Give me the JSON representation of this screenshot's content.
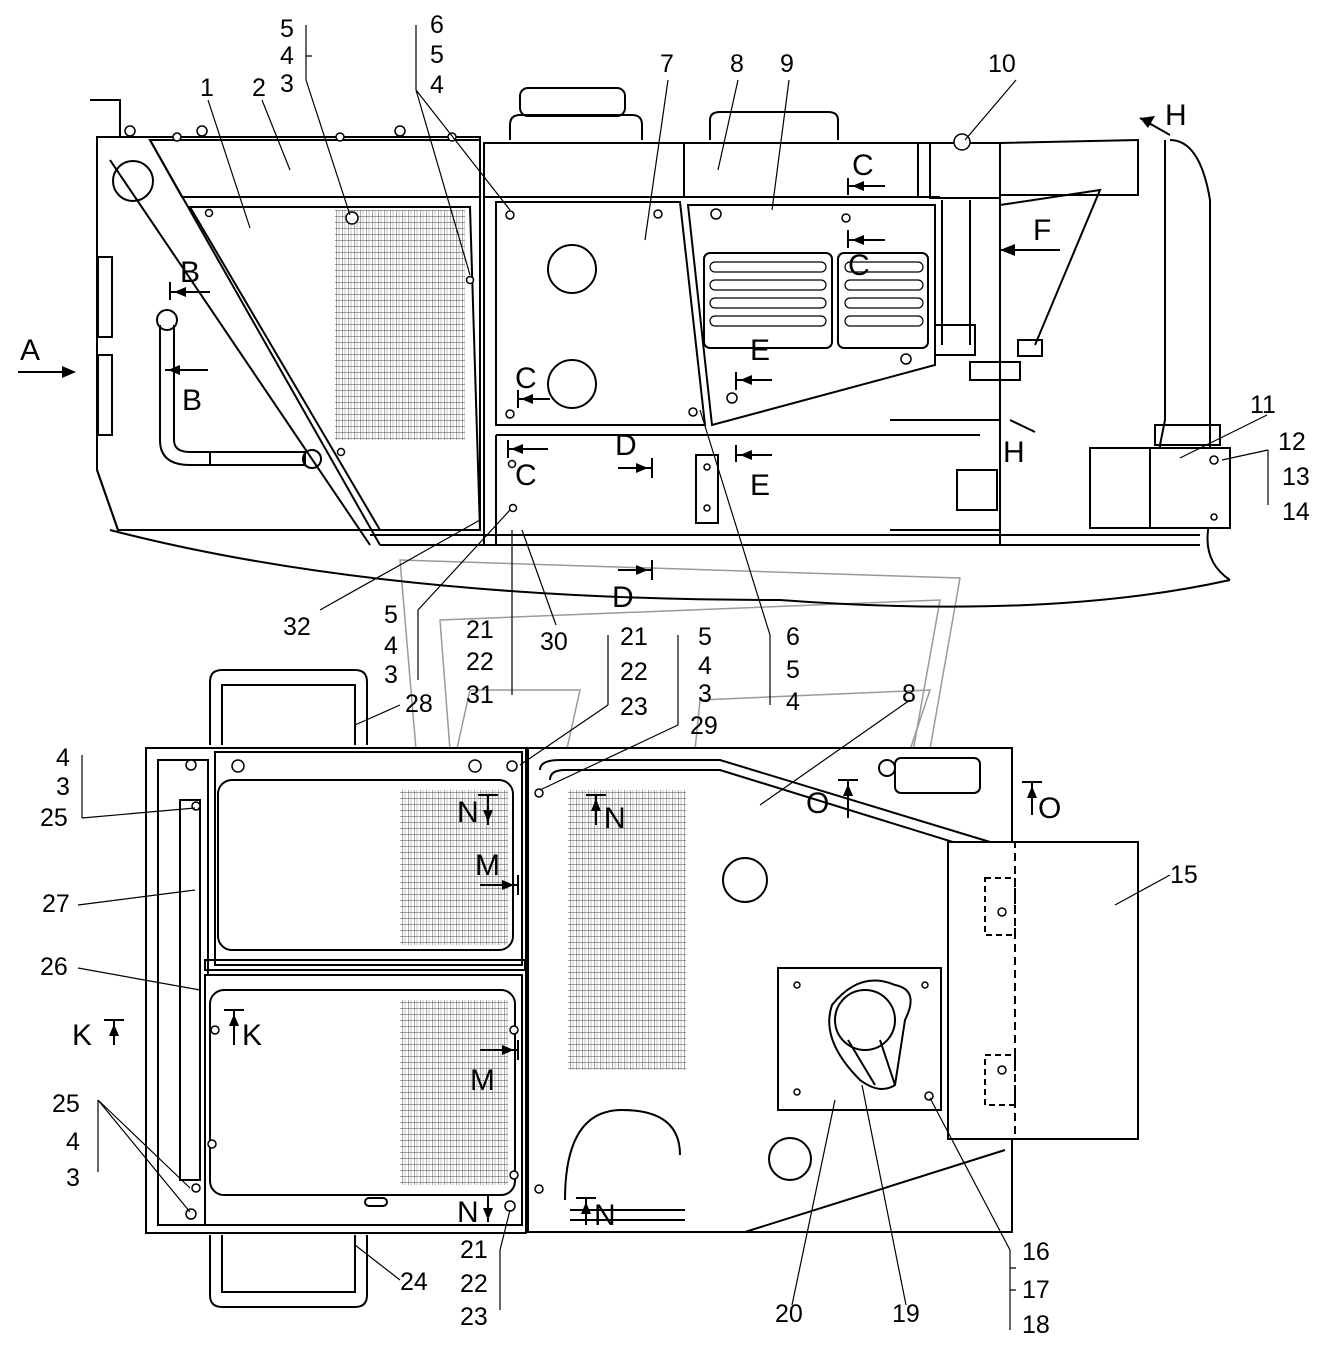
{
  "drawing": {
    "top_view_labels": {
      "l1": "1",
      "l2": "2",
      "l3a": "5",
      "l3b": "4",
      "l3c": "3",
      "l4a": "6",
      "l4b": "5",
      "l4c": "4",
      "l7": "7",
      "l8": "8",
      "l9": "9",
      "l10": "10",
      "l11": "11",
      "l12": "12",
      "l13": "13",
      "l14": "14",
      "l32": "32",
      "l30": "30",
      "b1a": "5",
      "b1b": "4",
      "b1c": "3",
      "b2a": "21",
      "b2b": "22",
      "b2c": "31",
      "b3a": "21",
      "b3b": "22",
      "b3c": "23",
      "b4a": "5",
      "b4b": "4",
      "b4c": "3",
      "b5a": "6",
      "b5b": "5",
      "b5c": "4",
      "l28": "28",
      "l29": "29"
    },
    "bottom_view_labels": {
      "l4": "4",
      "l3": "3",
      "l25": "25",
      "l27": "27",
      "l26": "26",
      "l25b": "25",
      "l4b": "4",
      "l3b": "3",
      "l24": "24",
      "l21": "21",
      "l22": "22",
      "l23": "23",
      "l8b": "8",
      "l15": "15",
      "l20": "20",
      "l19": "19",
      "l16": "16",
      "l17": "17",
      "l18": "18"
    },
    "section_marks": {
      "A": "A",
      "H1": "H",
      "H2": "H",
      "F": "F",
      "B1": "B",
      "B2": "B",
      "C1": "C",
      "C2": "C",
      "C3": "C",
      "C4": "C",
      "D1": "D",
      "D2": "D",
      "E1": "E",
      "E2": "E",
      "K1": "K",
      "K2": "K",
      "M1": "M",
      "M2": "M",
      "N1": "N",
      "N2": "N",
      "N3": "N",
      "N4": "N",
      "O1": "O",
      "O2": "O"
    }
  }
}
